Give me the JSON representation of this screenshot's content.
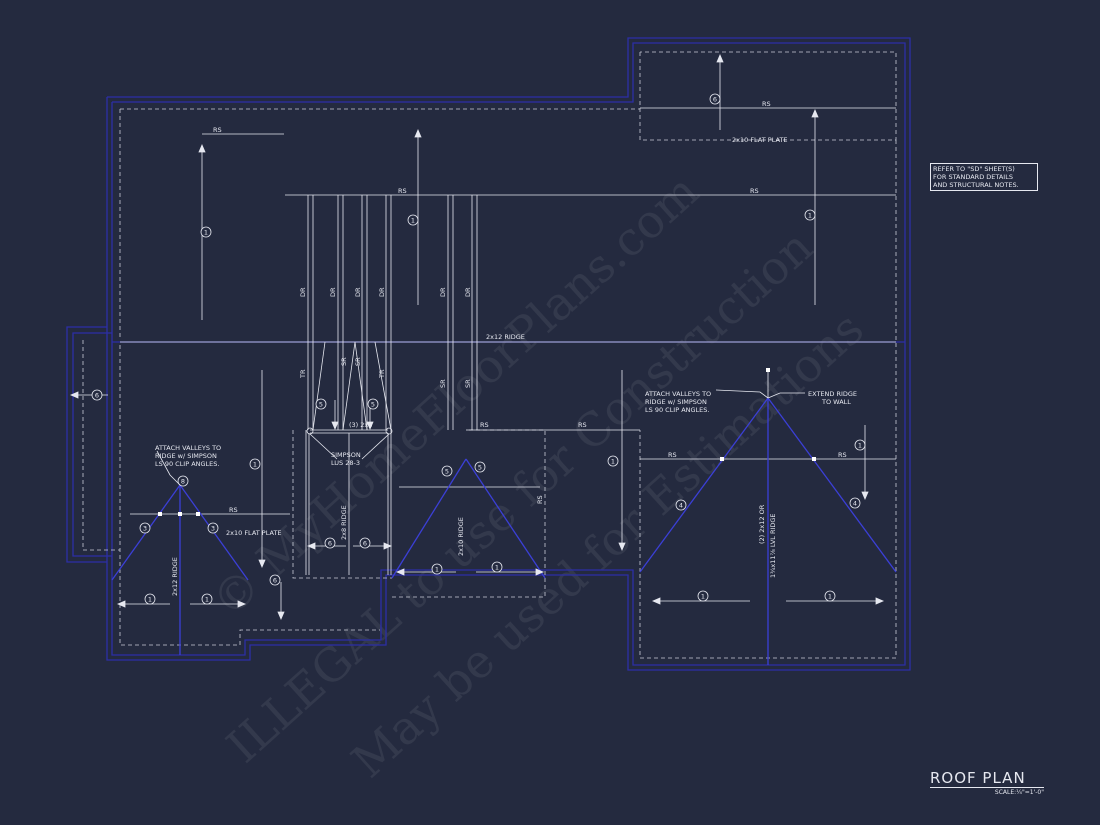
{
  "title": "ROOF PLAN",
  "scale": "SCALE:¼\"=1'-0\"",
  "note": [
    "REFER TO \"SD\" SHEET(S)",
    "FOR STANDARD DETAILS",
    "AND STRUCTURAL NOTES."
  ],
  "watermark": {
    "line1": "© MyHomeFloorPlans.com",
    "line2": "ILLEGAL to use for Construction",
    "line3": "May be used for Estimations"
  },
  "labels": {
    "rs": "RS",
    "dr": "DR",
    "sr": "SR",
    "tr": "TR",
    "ridge_2x12": "2x12 RIDGE",
    "ridge_2x8": "2x8 RIDGE",
    "ridge_2x10": "2x10 RIDGE",
    "ridge_lvl": "(2) 2x12 OR",
    "ridge_lvl2": "1¾x11⅞ LVL RIDGE",
    "flat_plate": "2x10 FLAT PLATE",
    "header": "(3) 2x8",
    "simpson1": "SIMPSON",
    "simpson2": "LUS 28-3",
    "attach_valleys_l1": "ATTACH VALLEYS TO",
    "attach_valleys_l2": "RIDGE w/ SIMPSON",
    "attach_valleys_l3": "LS 90 CLIP ANGLES.",
    "extend_ridge_1": "EXTEND RIDGE",
    "extend_ridge_2": "TO WALL"
  },
  "callouts": {
    "c1": "1",
    "c3": "3",
    "c4": "4",
    "c5": "5",
    "c6": "6",
    "c8": "8"
  },
  "colors": {
    "background": "#242a3f",
    "walls": "#2c2fa6",
    "lines": "#e6e8f0"
  }
}
